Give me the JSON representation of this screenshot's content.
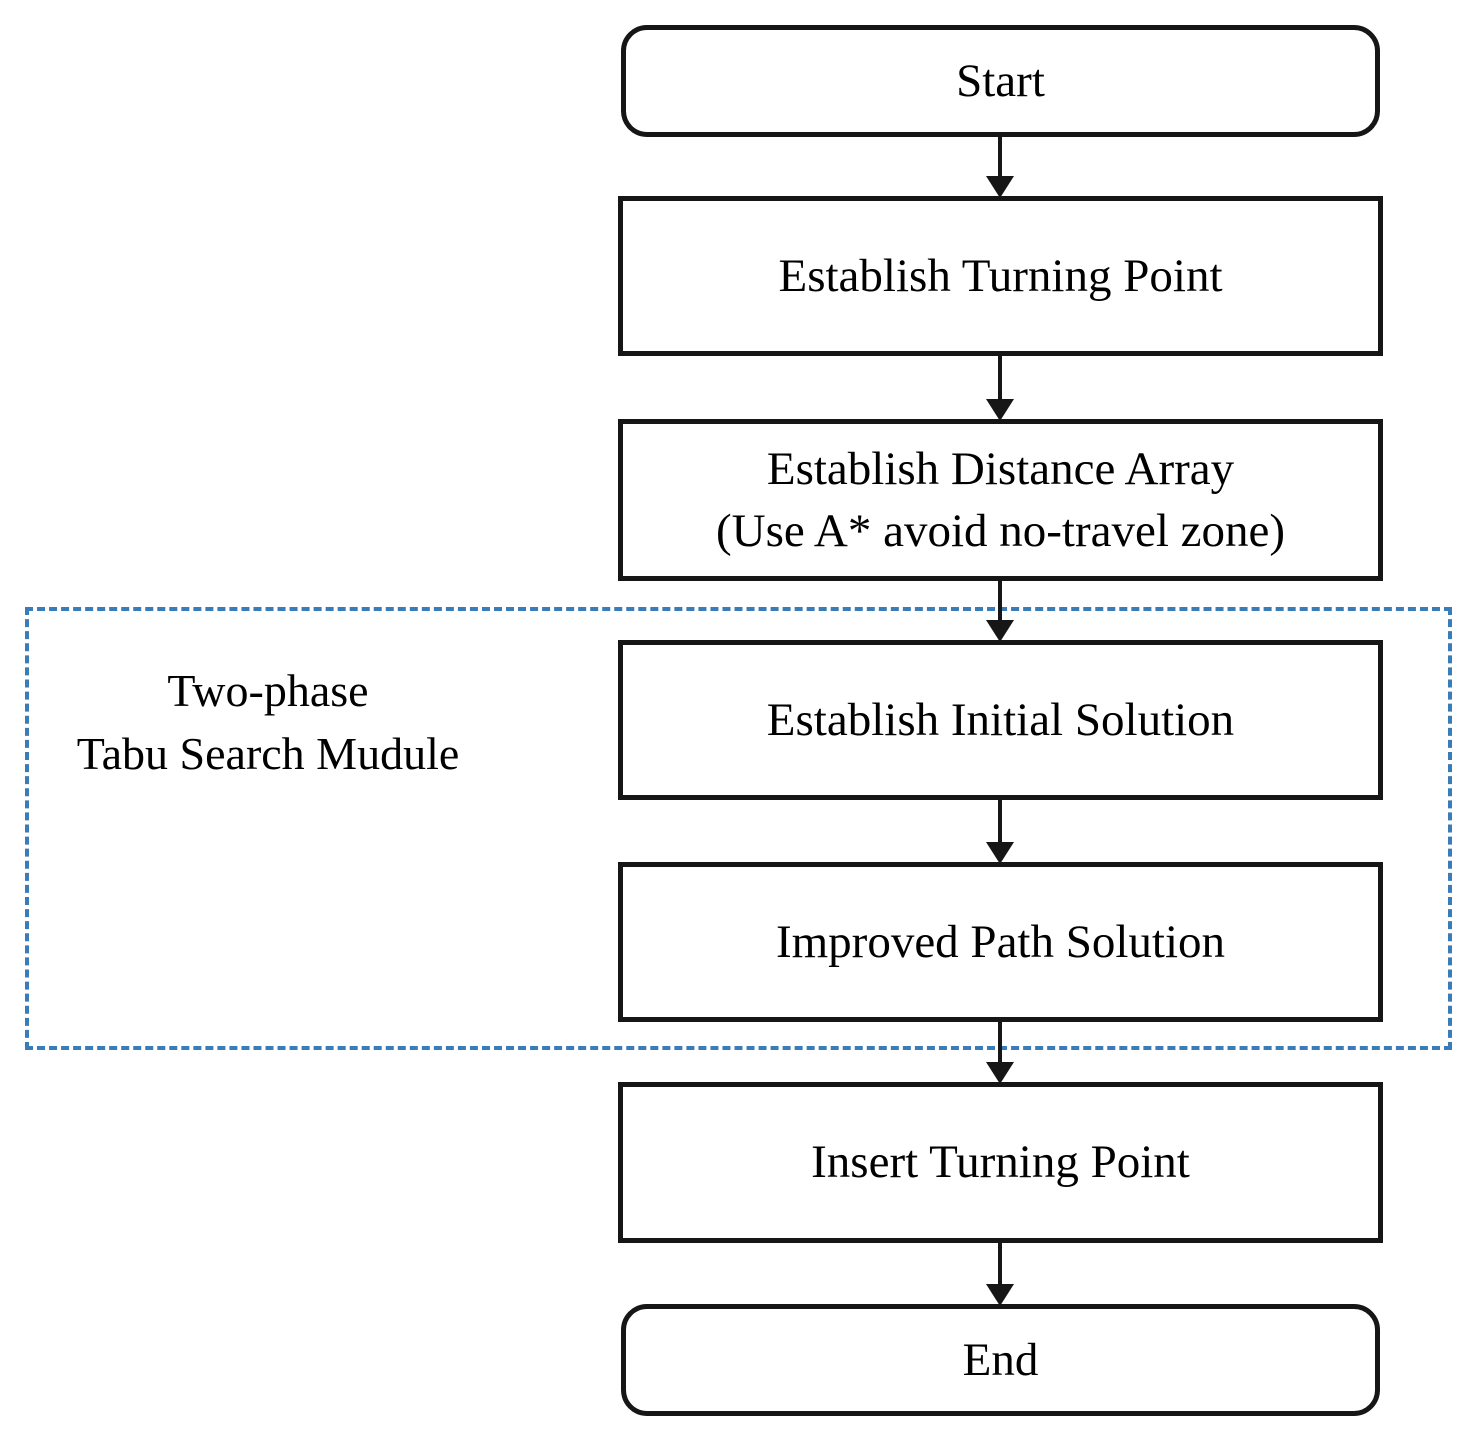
{
  "diagram": {
    "type": "flowchart",
    "direction": "top-down",
    "nodes": [
      {
        "id": "start",
        "shape": "rounded",
        "label": "Start"
      },
      {
        "id": "establish-turning-point",
        "shape": "rect",
        "label": "Establish Turning Point"
      },
      {
        "id": "establish-distance-array",
        "shape": "rect",
        "label": "Establish Distance Array\n(Use A* avoid no-travel zone)"
      },
      {
        "id": "establish-initial-solution",
        "shape": "rect",
        "label": "Establish Initial Solution"
      },
      {
        "id": "improved-path-solution",
        "shape": "rect",
        "label": "Improved Path Solution"
      },
      {
        "id": "insert-turning-point",
        "shape": "rect",
        "label": "Insert Turning Point"
      },
      {
        "id": "end",
        "shape": "rounded",
        "label": "End"
      }
    ],
    "edges": [
      {
        "from": "start",
        "to": "establish-turning-point"
      },
      {
        "from": "establish-turning-point",
        "to": "establish-distance-array"
      },
      {
        "from": "establish-distance-array",
        "to": "establish-initial-solution"
      },
      {
        "from": "establish-initial-solution",
        "to": "improved-path-solution"
      },
      {
        "from": "improved-path-solution",
        "to": "insert-turning-point"
      },
      {
        "from": "insert-turning-point",
        "to": "end"
      }
    ],
    "group": {
      "label": "Two-phase\nTabu Search Mudule",
      "contains": [
        "establish-initial-solution",
        "improved-path-solution"
      ],
      "border_style": "dashed"
    },
    "colors": {
      "node_border": "#161616",
      "node_fill": "#ffffff",
      "text": "#000000",
      "group_border": "#3a7cb8",
      "background": "#ffffff"
    }
  }
}
